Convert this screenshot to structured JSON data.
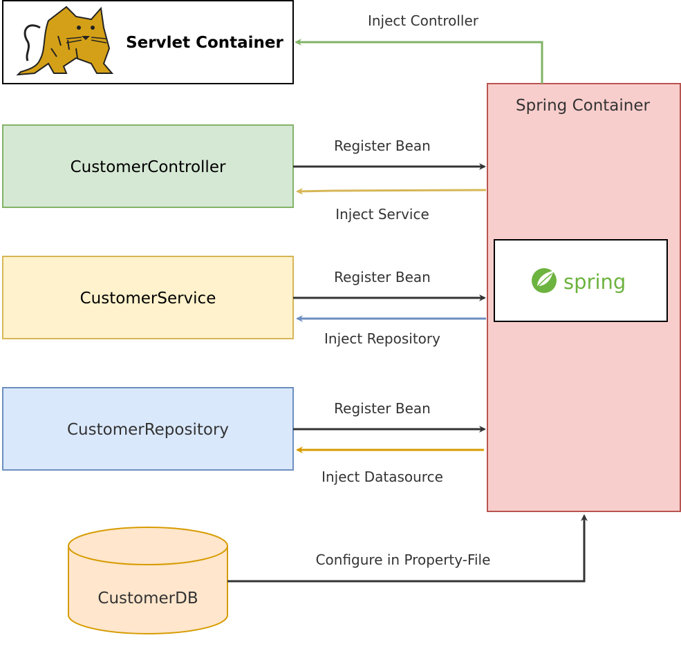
{
  "nodes": {
    "servlet": {
      "label": "Servlet Container",
      "icon": "tomcat-icon"
    },
    "controller": {
      "label": "CustomerController",
      "fill": "#d5e8d4",
      "stroke": "#82b366"
    },
    "service": {
      "label": "CustomerService",
      "fill": "#fff2cc",
      "stroke": "#d6b656"
    },
    "repository": {
      "label": "CustomerRepository",
      "fill": "#dae8fc",
      "stroke": "#6c8ebf"
    },
    "database": {
      "label": "CustomerDB",
      "fill": "#ffe6cc",
      "stroke": "#d79b00"
    },
    "spring_container": {
      "label": "Spring Container",
      "fill": "#f8cecc",
      "stroke": "#b85450"
    },
    "spring_logo": {
      "wordmark": "spring",
      "color": "#6db33f",
      "icon": "spring-leaf-icon"
    }
  },
  "edges": {
    "inject_controller": {
      "label": "Inject Controller",
      "color": "#82b366"
    },
    "register_controller": {
      "label": "Register Bean",
      "color": "#333333"
    },
    "inject_service": {
      "label": "Inject Service",
      "color": "#d6b656"
    },
    "register_service": {
      "label": "Register Bean",
      "color": "#333333"
    },
    "inject_repository": {
      "label": "Inject Repository",
      "color": "#6c8ebf"
    },
    "register_repository": {
      "label": "Register Bean",
      "color": "#333333"
    },
    "inject_datasource": {
      "label": "Inject Datasource",
      "color": "#d79b00"
    },
    "configure_property": {
      "label": "Configure in Property-File",
      "color": "#333333"
    }
  }
}
